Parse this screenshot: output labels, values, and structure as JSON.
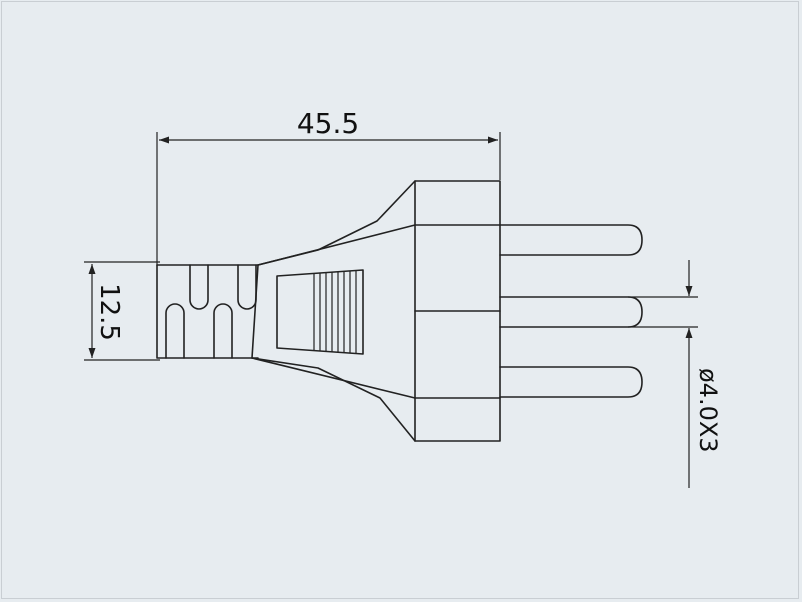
{
  "diagram": {
    "subject": "plug-outline-drawing",
    "dimensions": {
      "overall_length": "45.5",
      "cable_height": "12.5",
      "pin_diameter": "ø4.0X3"
    },
    "colors": {
      "background": "#e7ecf0",
      "line": "#222222"
    }
  }
}
